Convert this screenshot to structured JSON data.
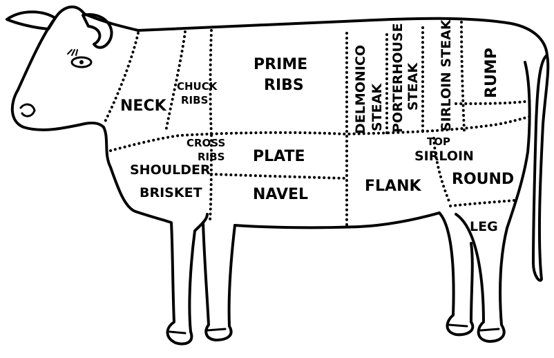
{
  "diagram": {
    "labels": {
      "neck": "NECK",
      "chuck_line1": "CHUCK",
      "chuck_line2": "RIBS",
      "prime_line1": "PRIME",
      "prime_line2": "RIBS",
      "delmonico_line1": "DELMONICO",
      "delmonico_line2": "STEAK",
      "porterhouse_line1": "PORTERHOUSE",
      "porterhouse_line2": "STEAK",
      "sirloin_steak": "SIRLOIN STEAK",
      "rump": "RUMP",
      "cross_line1": "CROSS",
      "cross_line2": "RIBS",
      "plate": "PLATE",
      "shoulder": "SHOULDER",
      "brisket": "BRISKET",
      "navel": "NAVEL",
      "flank": "FLANK",
      "top_line1": "TOP",
      "top_line2": "SIRLOIN",
      "round": "ROUND",
      "leg": "LEG"
    }
  }
}
